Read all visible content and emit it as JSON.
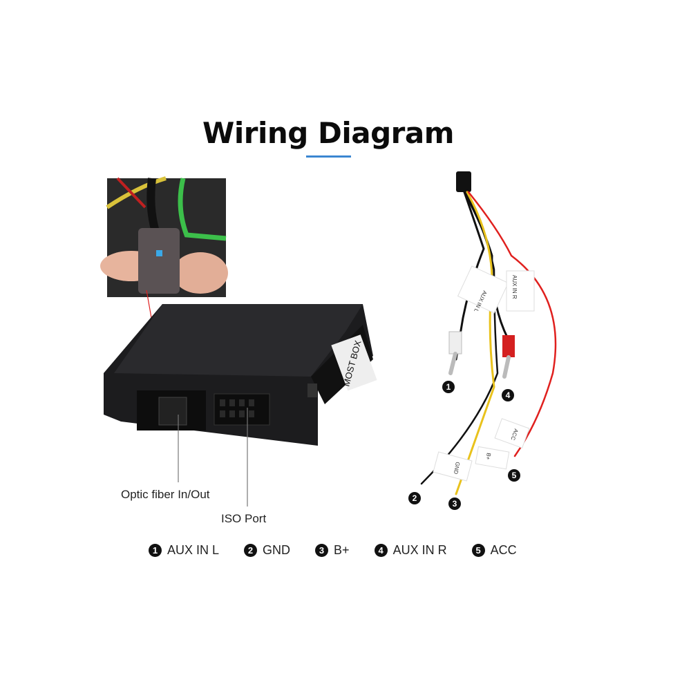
{
  "title": "Wiring Diagram",
  "accent_color": "#3b86d1",
  "callouts": {
    "optic": "Optic fiber In/Out",
    "iso": "ISO Port"
  },
  "box_label": "MOST BOX",
  "tags": {
    "aux_l": "AUX IN L",
    "aux_r": "AUX IN R",
    "gnd": "GND",
    "acc": "ACC",
    "bplus": "B+"
  },
  "wire_numbers": [
    "1",
    "2",
    "3",
    "4",
    "5"
  ],
  "legend": [
    {
      "num": "1",
      "label": "AUX IN L"
    },
    {
      "num": "2",
      "label": "GND"
    },
    {
      "num": "3",
      "label": "B+"
    },
    {
      "num": "4",
      "label": "AUX IN R"
    },
    {
      "num": "5",
      "label": "ACC"
    }
  ]
}
